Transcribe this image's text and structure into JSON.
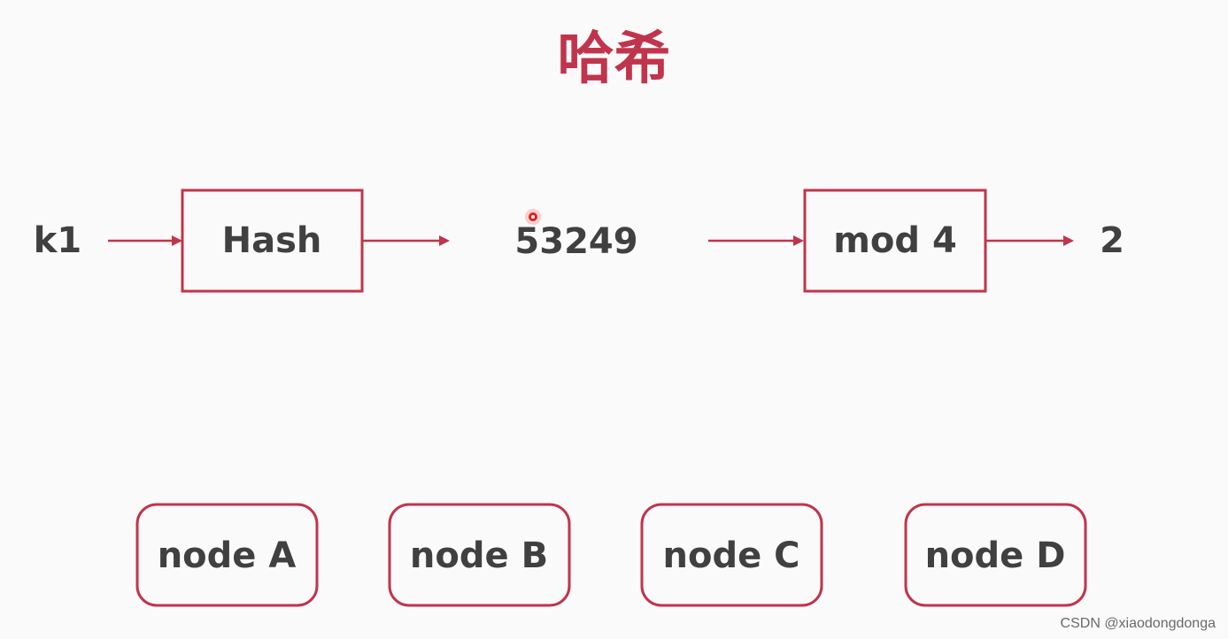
{
  "title": "哈希",
  "flow": {
    "input": "k1",
    "hash_box": "Hash",
    "hash_value": "53249",
    "mod_box": "mod 4",
    "result": "2"
  },
  "nodes": [
    "node A",
    "node B",
    "node C",
    "node D"
  ],
  "watermark": "CSDN @xiaodongdonga",
  "colors": {
    "accent": "#c0344c",
    "text": "#404040",
    "background": "#fafafa"
  }
}
